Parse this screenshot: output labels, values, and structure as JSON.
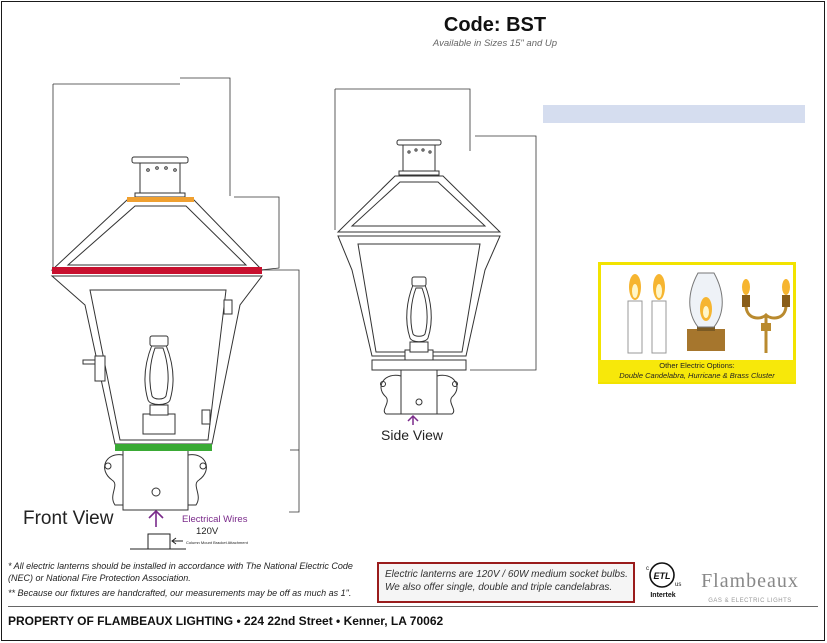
{
  "header": {
    "code": "Code: BST",
    "sizes": "Available in Sizes 15\" and Up"
  },
  "views": {
    "front": "Front View",
    "side": "Side View"
  },
  "wiring": {
    "label": "Electrical Wires",
    "voltage": "120V",
    "bracket": "Column Mount Bracket Attachment",
    "color": "#7a2a8a"
  },
  "options": {
    "caption_line1": "Other Electric Options:",
    "caption_line2": "Double Candelabra, Hurricane & Brass Cluster",
    "border_color": "#f2e300"
  },
  "notes": {
    "note1": "* All electric lanterns should be installed in accordance with The National Electric Code (NEC) or National Fire Protection Association.",
    "note2": "** Because our fixtures are handcrafted, our measurements may be off as much as 1\"."
  },
  "electric_box": {
    "line1": "Electric lanterns are 120V / 60W medium socket bulbs.",
    "line2": "We also offer single, double and triple candelabras."
  },
  "certification": {
    "mark": "ETL",
    "us": "us",
    "c": "c",
    "label": "Intertek"
  },
  "brand": {
    "name": "Flambeaux",
    "tagline": "GAS & ELECTRIC LIGHTS"
  },
  "footer": {
    "text": "PROPERTY OF FLAMBEAUX LIGHTING • 224 22nd Street • Kenner, LA 70062"
  },
  "highlight_colors": {
    "top_band": "#f0a030",
    "middle_band": "#c8102e",
    "bottom_band": "#3aaa35",
    "blue_band": "#d5ddef"
  }
}
